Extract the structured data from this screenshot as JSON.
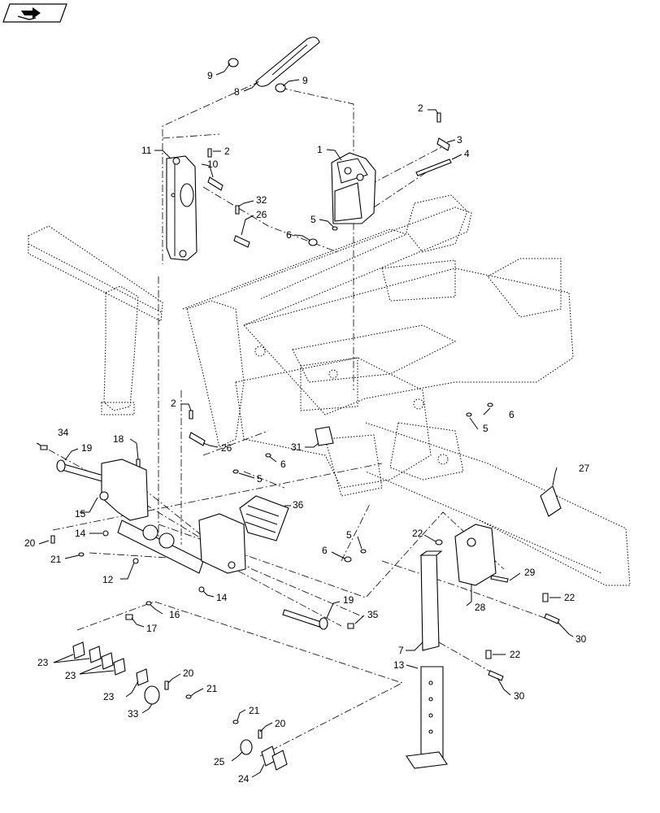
{
  "labels": [
    {
      "id": "l9a",
      "text": "9"
    },
    {
      "id": "l8",
      "text": "8"
    },
    {
      "id": "l9b",
      "text": "9"
    },
    {
      "id": "l2a",
      "text": "2"
    },
    {
      "id": "l3",
      "text": "3"
    },
    {
      "id": "l11",
      "text": "11"
    },
    {
      "id": "l2b",
      "text": "2"
    },
    {
      "id": "l10",
      "text": "10"
    },
    {
      "id": "l1",
      "text": "1"
    },
    {
      "id": "l4",
      "text": "4"
    },
    {
      "id": "l32",
      "text": "32"
    },
    {
      "id": "l26a",
      "text": "26"
    },
    {
      "id": "l5a",
      "text": "5"
    },
    {
      "id": "l6a",
      "text": "6"
    },
    {
      "id": "l2c",
      "text": "2"
    },
    {
      "id": "l6b",
      "text": "6"
    },
    {
      "id": "l5b",
      "text": "5"
    },
    {
      "id": "l34",
      "text": "34"
    },
    {
      "id": "l19a",
      "text": "19"
    },
    {
      "id": "l18",
      "text": "18"
    },
    {
      "id": "l26b",
      "text": "26"
    },
    {
      "id": "l31",
      "text": "31"
    },
    {
      "id": "l6c",
      "text": "6"
    },
    {
      "id": "l5c",
      "text": "5"
    },
    {
      "id": "l27",
      "text": "27"
    },
    {
      "id": "l15",
      "text": "15"
    },
    {
      "id": "l36",
      "text": "36"
    },
    {
      "id": "l20a",
      "text": "20"
    },
    {
      "id": "l14a",
      "text": "14"
    },
    {
      "id": "l21a",
      "text": "21"
    },
    {
      "id": "l5d",
      "text": "5"
    },
    {
      "id": "l22a",
      "text": "22"
    },
    {
      "id": "l6d",
      "text": "6"
    },
    {
      "id": "l12",
      "text": "12"
    },
    {
      "id": "l29",
      "text": "29"
    },
    {
      "id": "l14b",
      "text": "14"
    },
    {
      "id": "l28",
      "text": "28"
    },
    {
      "id": "l22b",
      "text": "22"
    },
    {
      "id": "l16",
      "text": "16"
    },
    {
      "id": "l19b",
      "text": "19"
    },
    {
      "id": "l17",
      "text": "17"
    },
    {
      "id": "l35",
      "text": "35"
    },
    {
      "id": "l30a",
      "text": "30"
    },
    {
      "id": "l7",
      "text": "7"
    },
    {
      "id": "l22c",
      "text": "22"
    },
    {
      "id": "l23a",
      "text": "23"
    },
    {
      "id": "l13",
      "text": "13"
    },
    {
      "id": "l23b",
      "text": "23"
    },
    {
      "id": "l20b",
      "text": "20"
    },
    {
      "id": "l23c",
      "text": "23"
    },
    {
      "id": "l21b",
      "text": "21"
    },
    {
      "id": "l30b",
      "text": "30"
    },
    {
      "id": "l33",
      "text": "33"
    },
    {
      "id": "l21c",
      "text": "21"
    },
    {
      "id": "l20c",
      "text": "20"
    },
    {
      "id": "l25",
      "text": "25"
    },
    {
      "id": "l24",
      "text": "24"
    }
  ],
  "icons": {
    "nav": "book-arrow-icon"
  }
}
